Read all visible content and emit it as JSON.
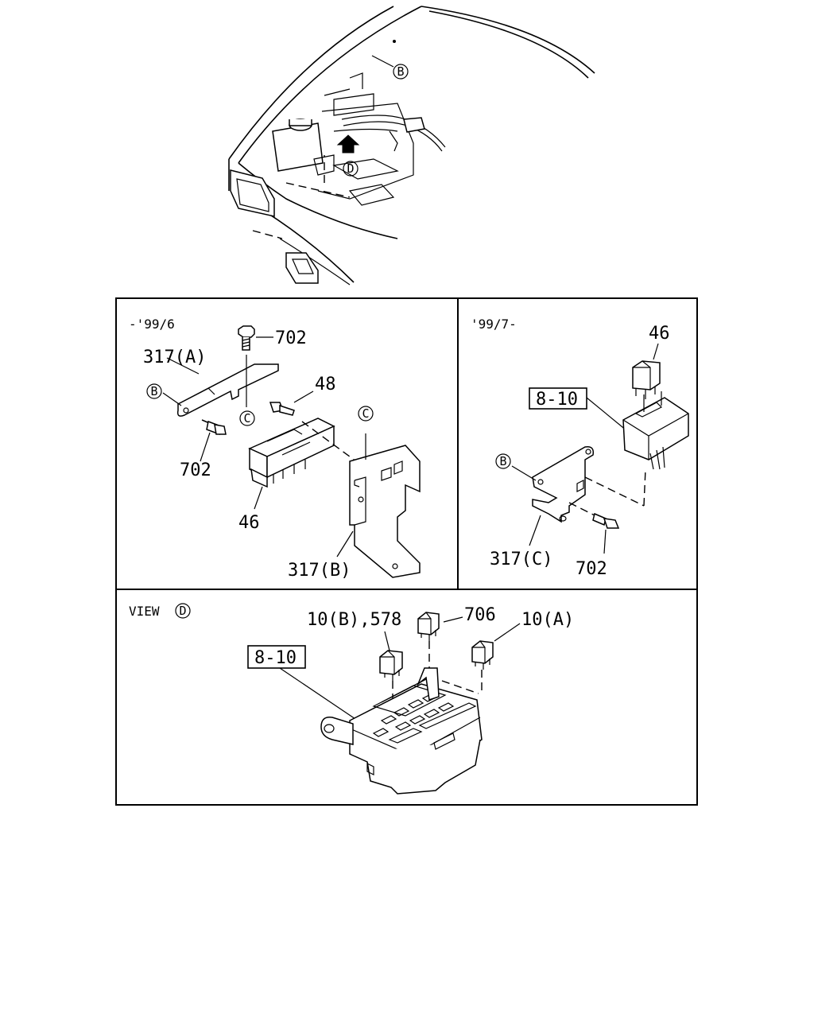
{
  "panels": {
    "early": {
      "period": "-'99/6"
    },
    "late": {
      "period": "'99/7-"
    },
    "view": {
      "title": "VIEW"
    }
  },
  "markers": {
    "b": "B",
    "c": "C",
    "d": "D"
  },
  "labels": {
    "p702": "702",
    "p317a": "317(A)",
    "p317b": "317(B)",
    "p317c": "317(C)",
    "p48": "48",
    "p46": "46",
    "p8_10": "8-10",
    "p10b_578": "10(B),578",
    "p706": "706",
    "p10a": "10(A)"
  }
}
